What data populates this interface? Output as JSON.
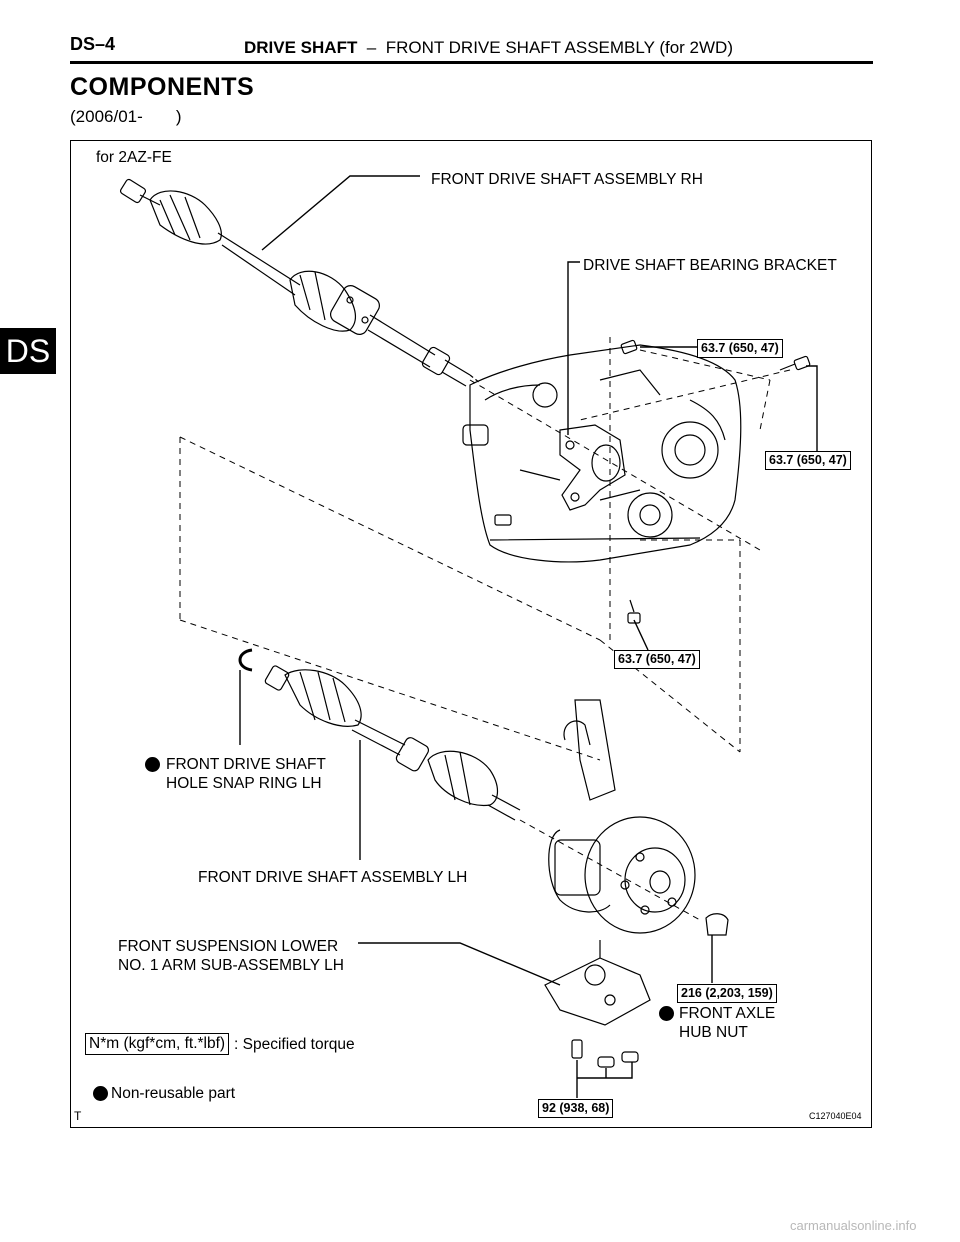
{
  "header": {
    "page_code": "DS–4",
    "section_bold": "DRIVE SHAFT",
    "section_rest": "  –  FRONT DRIVE SHAFT ASSEMBLY (for 2WD)"
  },
  "side_tab": "DS",
  "title": "COMPONENTS",
  "date_range": "(2006/01-       )",
  "diagram": {
    "variant": "for 2AZ-FE",
    "labels": {
      "shaft_rh": "FRONT DRIVE SHAFT ASSEMBLY RH",
      "bearing_bracket": "DRIVE SHAFT BEARING BRACKET",
      "snap_ring_line1": "FRONT DRIVE SHAFT",
      "snap_ring_line2": "HOLE SNAP RING LH",
      "shaft_lh": "FRONT DRIVE SHAFT ASSEMBLY LH",
      "lower_arm_line1": "FRONT SUSPENSION LOWER",
      "lower_arm_line2": "NO. 1 ARM SUB-ASSEMBLY LH",
      "hub_nut_line1": "FRONT AXLE",
      "hub_nut_line2": "HUB NUT"
    },
    "torques": {
      "bracket_top_left": "63.7 (650, 47)",
      "bracket_top_right": "63.7 (650, 47)",
      "bracket_bottom": "63.7 (650, 47)",
      "hub_nut": "216 (2,203, 159)",
      "lower_arm_bolts": "92 (938, 68)"
    },
    "legend": {
      "torque_unit": "N*m (kgf*cm, ft.*lbf)",
      "torque_desc": ": Specified torque",
      "non_reusable": "Non-reusable part"
    },
    "corner_mark": "T",
    "figure_code": "C127040E04"
  },
  "watermark": "carmanualsonline.info"
}
